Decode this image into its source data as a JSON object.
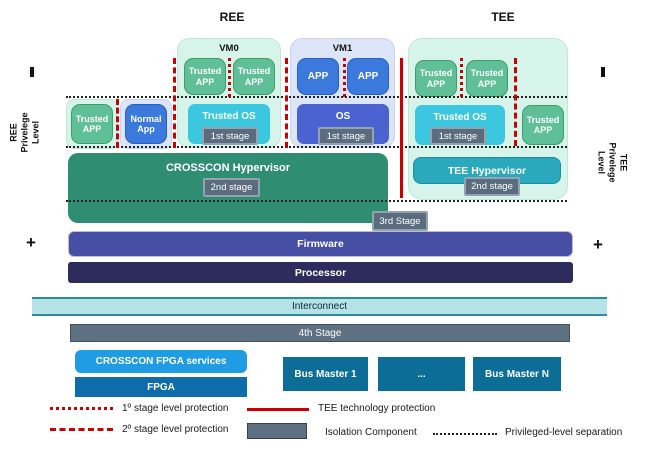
{
  "header": {
    "ree": "REE",
    "tee": "TEE"
  },
  "axes": {
    "left": {
      "line1": "REE",
      "line2": "Privelege",
      "line3": "Level",
      "plus": "+"
    },
    "right": {
      "line1": "TEE",
      "line2": "Privelege",
      "line3": "Level",
      "plus": "+"
    }
  },
  "ree_native": {
    "trusted_app": "Trusted APP",
    "normal_app": "Normal App"
  },
  "vm0": {
    "title": "VM0",
    "app1": "Trusted APP",
    "app2": "Trusted APP",
    "os": "Trusted OS",
    "stage": "1st stage"
  },
  "vm1": {
    "title": "VM1",
    "app1": "APP",
    "app2": "APP",
    "os": "OS",
    "stage": "1st stage"
  },
  "tee": {
    "app1": "Trusted APP",
    "app2": "Trusted APP",
    "os": "Trusted OS",
    "os_stage": "1st stage",
    "side_app": "Trusted APP",
    "hypervisor": "TEE Hypervisor",
    "hyp_stage": "2nd stage"
  },
  "hypervisor": {
    "title": "CROSSCON Hypervisor",
    "stage": "2nd stage"
  },
  "stage3": "3rd Stage",
  "firmware": "Firmware",
  "processor": "Processor",
  "interconnect": "Interconnect",
  "stage4": "4th Stage",
  "fpga": {
    "services": "CROSSCON FPGA services",
    "label": "FPGA"
  },
  "bus_masters": {
    "bm1": "Bus Master 1",
    "dots": "...",
    "bmn": "Bus Master N"
  },
  "legend": {
    "stage1": "1º stage level protection",
    "stage2": "2º stage level protection",
    "tee_tech": "TEE technology protection",
    "isolation": "Isolation Component",
    "priv_sep": "Privileged-level separation"
  },
  "colors": {
    "mint": "#d6f4ea",
    "mintBorder": "#bfe8d8",
    "periwinkle": "#dbe5f7",
    "periBorder": "#c6d4ef",
    "green": "#5fbf96",
    "greenBorder": "#3f9e68",
    "blue": "#3b79dc",
    "blueBorder": "#2a5fc0",
    "cyan": "#3bc7e0",
    "indigo": "#4a63d1",
    "hypGreen": "#2f8d72",
    "tealHyp": "#2ba9bc",
    "tealHypBorder": "#1d8ba0",
    "firmware": "#474fa5",
    "processor": "#2e2c5c",
    "interBg": "#b5e2e6",
    "interBorder": "#2b8e9c",
    "slate": "#5d7183",
    "slateBorder": "#41525f",
    "badge": "#5a6c7e",
    "badgeBorder": "#95a3b1",
    "brightBlue": "#1f9ce4",
    "fpgaBlue": "#0e6cab",
    "busBlue": "#0c6d96",
    "red": "#cc0000"
  }
}
